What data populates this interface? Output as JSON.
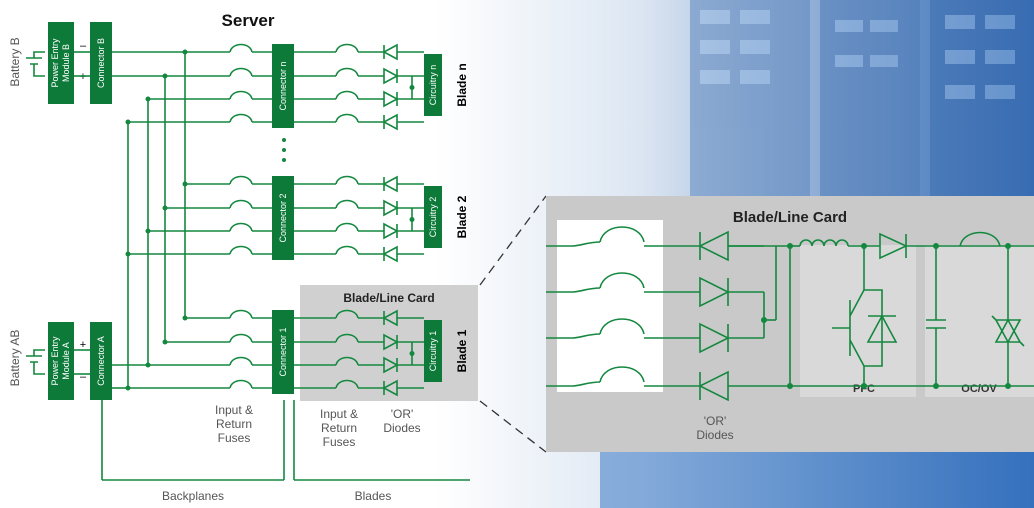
{
  "diagram": {
    "title": "Server",
    "battery_b": "Battery B",
    "battery_ab": "Battery AB",
    "pem_b": [
      "Power Entry",
      "Module B"
    ],
    "pem_a": [
      "Power Entry",
      "Module A"
    ],
    "connector_b": "Connector B",
    "connector_a": "Connector A",
    "connector_n": "Connector n",
    "connector_2": "Connector 2",
    "connector_1": "Connector 1",
    "circuitry_n": "Circuitry n",
    "circuitry_2": "Circuitry 2",
    "circuitry_1": "Circuitry 1",
    "blade_n": "Blade n",
    "blade_2": "Blade 2",
    "blade_1": "Blade 1",
    "card_small": "Blade/Line Card",
    "fuses_label": [
      "Input &",
      "Return",
      "Fuses"
    ],
    "fuses_label2": [
      "Input &",
      "Return",
      "Fuses"
    ],
    "diodes_label": [
      "'OR'",
      "Diodes"
    ],
    "backplanes": "Backplanes",
    "blades": "Blades",
    "plus": "+",
    "minus": "–"
  },
  "detail": {
    "title": "Blade/Line Card",
    "diodes_label": [
      "'OR'",
      "Diodes"
    ],
    "pfc": "PFC",
    "ocov": "OC/OV"
  },
  "colors": {
    "green": "#14883f",
    "box_green": "#0d7a3a",
    "panel_gray": "#c8c8c8"
  }
}
